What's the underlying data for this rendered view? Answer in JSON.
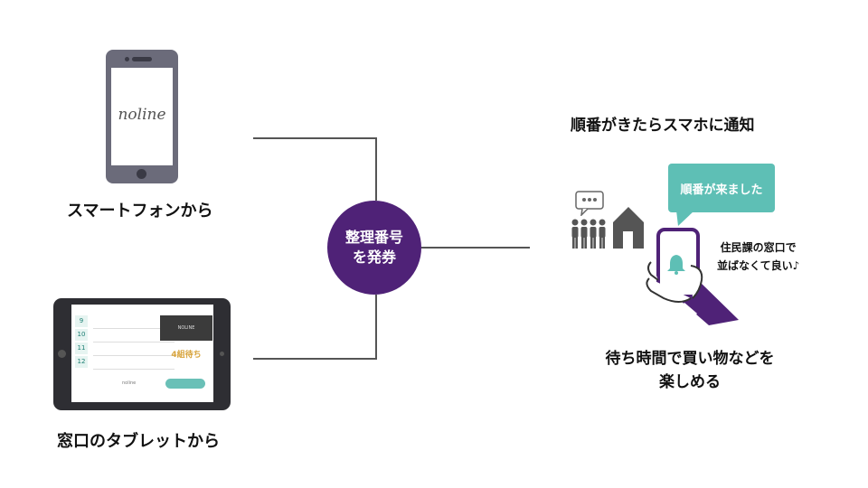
{
  "left": {
    "phone_logo": "noline",
    "phone_label": "スマートフォンから",
    "tablet_label": "窓口のタブレットから",
    "tablet_numbers": [
      "9",
      "10",
      "11",
      "12"
    ],
    "tablet_wait": "4組待ち",
    "tablet_footer": "noline"
  },
  "center": {
    "line1": "整理番号",
    "line2": "を発券"
  },
  "right": {
    "title": "順番がきたらスマホに通知",
    "bubble": "順番が来ました",
    "note_line1": "住民課の窓口で",
    "note_line2": "並ばなくて良い♪",
    "bottom_line1": "待ち時間で買い物などを",
    "bottom_line2": "楽しめる"
  },
  "colors": {
    "purple": "#4f2277",
    "teal": "#5ebfb5",
    "device_gray": "#6b6b7a",
    "line_gray": "#555555"
  },
  "icons": [
    "phone-icon",
    "tablet-icon",
    "speech-bubble-icon",
    "people-icon",
    "house-icon",
    "hand-phone-icon",
    "bell-icon"
  ]
}
